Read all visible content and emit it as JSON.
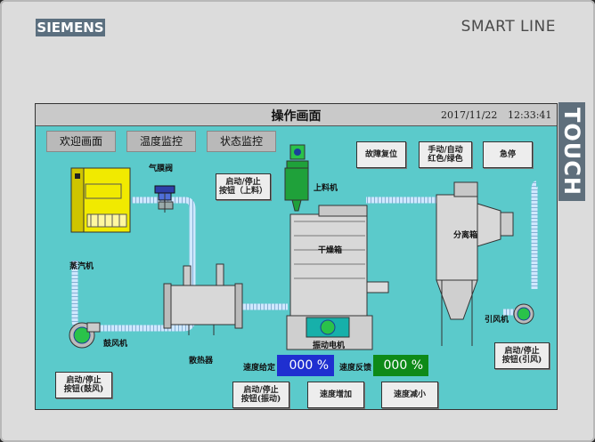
{
  "header": {
    "brand": "SIEMENS",
    "model": "SMART LINE",
    "side_label": "TOUCH"
  },
  "title_bar": {
    "title": "操作画面",
    "date": "2017/11/22",
    "time": "12:33:41"
  },
  "nav_tabs": [
    {
      "label": "欢迎画面"
    },
    {
      "label": "温度监控"
    },
    {
      "label": "状态监控"
    }
  ],
  "control_buttons": {
    "fault_reset": "故障复位",
    "manual_auto_line1": "手动/自动",
    "manual_auto_line2": "红色/绿色",
    "emergency_stop": "急停"
  },
  "equipment_buttons": {
    "start_stop_feed_line1": "启动/停止",
    "start_stop_feed_line2": "按钮（上料）",
    "start_stop_blower_line1": "启动/停止",
    "start_stop_blower_line2": "按钮(鼓风)",
    "start_stop_vibration_line1": "启动/停止",
    "start_stop_vibration_line2": "按钮(振动)",
    "start_stop_induced_line1": "启动/停止",
    "start_stop_induced_line2": "按钮(引风)",
    "speed_increase": "速度增加",
    "speed_decrease": "速度减小"
  },
  "labels": {
    "steam_generator": "蒸汽机",
    "diaphragm_valve": "气膜阀",
    "feeder": "上料机",
    "dryer": "干燥箱",
    "separator": "分离箱",
    "blower": "鼓风机",
    "radiator": "散热器",
    "vibration_motor": "振动电机",
    "induced_fan": "引风机"
  },
  "speed": {
    "setpoint_label": "速度给定",
    "setpoint_value": "000 %",
    "feedback_label": "速度反馈",
    "feedback_value": "000 %"
  },
  "colors": {
    "screen_bg": "#5bcacb",
    "setpoint_box": "#1f2fd0",
    "feedback_box": "#0e8a18",
    "steam_machine": "#f1ea00"
  }
}
